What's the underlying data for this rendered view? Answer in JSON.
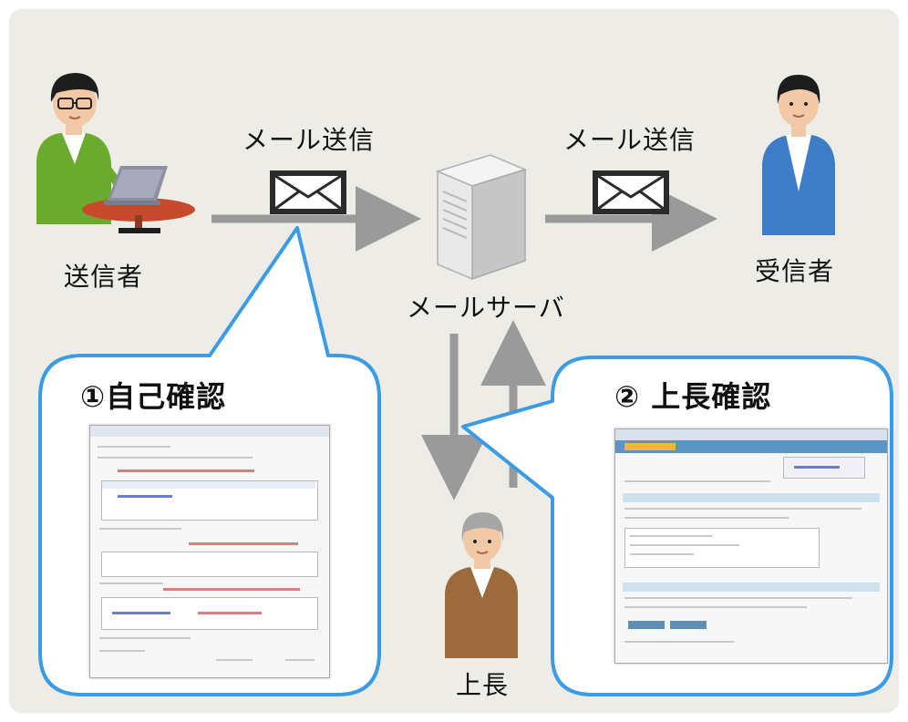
{
  "labels": {
    "sender": "送信者",
    "receiver": "受信者",
    "server": "メールサーバ",
    "send_left": "メール送信",
    "send_right": "メール送信",
    "boss": "上長"
  },
  "callouts": {
    "self_check": "①自己確認",
    "boss_check": "② 上長確認"
  },
  "colors": {
    "background": "#eeece6",
    "callout_border": "#3a9be6",
    "arrow": "#9a9a9a"
  },
  "icons": [
    "sender-person-icon",
    "laptop-icon",
    "envelope-icon",
    "mail-server-icon",
    "receiver-person-icon",
    "boss-person-icon"
  ]
}
